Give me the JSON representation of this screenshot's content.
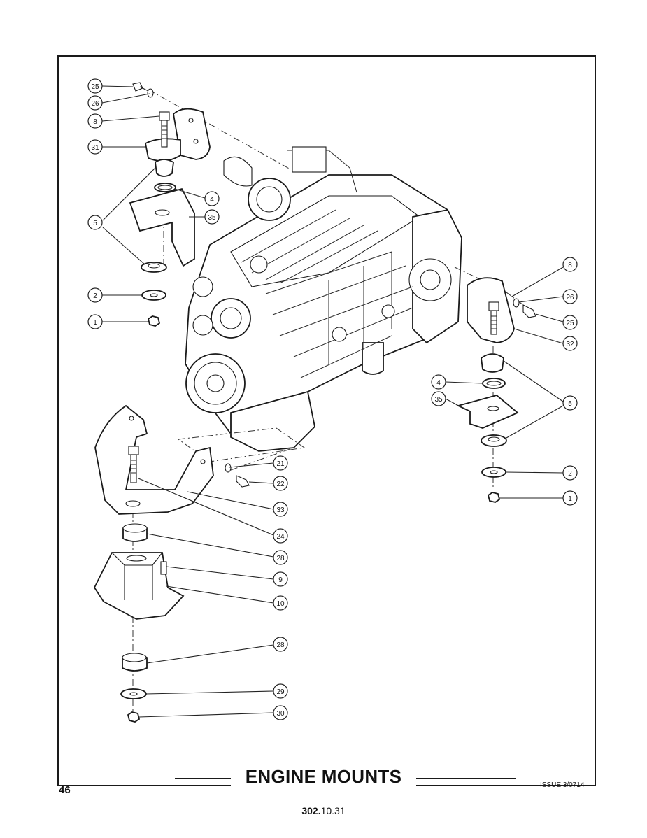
{
  "page": {
    "title": "ENGINE MOUNTS",
    "issue": "ISSUE 3/0714",
    "page_number": "46",
    "doc_code_bold": "302.",
    "doc_code_rest": "10.31"
  },
  "callouts": [
    {
      "id": "callout-25-top",
      "label": "25"
    },
    {
      "id": "callout-26-top",
      "label": "26"
    },
    {
      "id": "callout-8-left",
      "label": "8"
    },
    {
      "id": "callout-31",
      "label": "31"
    },
    {
      "id": "callout-4-left",
      "label": "4"
    },
    {
      "id": "callout-35-left",
      "label": "35"
    },
    {
      "id": "callout-5-left",
      "label": "5"
    },
    {
      "id": "callout-2-left",
      "label": "2"
    },
    {
      "id": "callout-1-left",
      "label": "1"
    },
    {
      "id": "callout-8-right",
      "label": "8"
    },
    {
      "id": "callout-26-right",
      "label": "26"
    },
    {
      "id": "callout-25-right",
      "label": "25"
    },
    {
      "id": "callout-32",
      "label": "32"
    },
    {
      "id": "callout-4-right",
      "label": "4"
    },
    {
      "id": "callout-35-right",
      "label": "35"
    },
    {
      "id": "callout-5-right",
      "label": "5"
    },
    {
      "id": "callout-2-right",
      "label": "2"
    },
    {
      "id": "callout-1-right",
      "label": "1"
    },
    {
      "id": "callout-21",
      "label": "21"
    },
    {
      "id": "callout-22",
      "label": "22"
    },
    {
      "id": "callout-33",
      "label": "33"
    },
    {
      "id": "callout-24",
      "label": "24"
    },
    {
      "id": "callout-28-top",
      "label": "28"
    },
    {
      "id": "callout-9",
      "label": "9"
    },
    {
      "id": "callout-10",
      "label": "10"
    },
    {
      "id": "callout-28-bottom",
      "label": "28"
    },
    {
      "id": "callout-29",
      "label": "29"
    },
    {
      "id": "callout-30",
      "label": "30"
    }
  ]
}
